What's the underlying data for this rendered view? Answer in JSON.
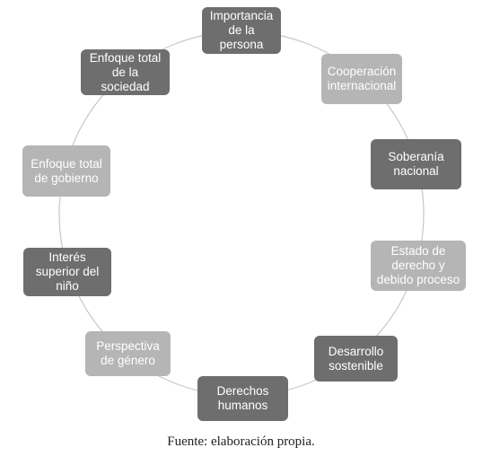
{
  "nodes": [
    {
      "id": "importancia",
      "label": "Importancia\nde la\npersona",
      "shade": "dark"
    },
    {
      "id": "cooperacion",
      "label": "Cooperación\ninternacional",
      "shade": "light"
    },
    {
      "id": "soberania",
      "label": "Soberanía\nnacional",
      "shade": "dark"
    },
    {
      "id": "estado",
      "label": "Estado de\nderecho y\ndebido proceso",
      "shade": "light"
    },
    {
      "id": "desarrollo",
      "label": "Desarrollo\nsostenible",
      "shade": "dark"
    },
    {
      "id": "derechos",
      "label": "Derechos\nhumanos",
      "shade": "dark"
    },
    {
      "id": "perspectiva",
      "label": "Perspectiva\nde género",
      "shade": "light"
    },
    {
      "id": "interes",
      "label": "Interés\nsuperior del\nniño",
      "shade": "dark"
    },
    {
      "id": "gobierno",
      "label": "Enfoque total\nde gobierno",
      "shade": "light"
    },
    {
      "id": "sociedad",
      "label": "Enfoque total\nde la\nsociedad",
      "shade": "dark"
    }
  ],
  "caption": "Fuente: elaboración propia.",
  "colors": {
    "dark": "#6e6e6e",
    "light": "#b5b5b5",
    "ring": "#c8c8c8"
  }
}
